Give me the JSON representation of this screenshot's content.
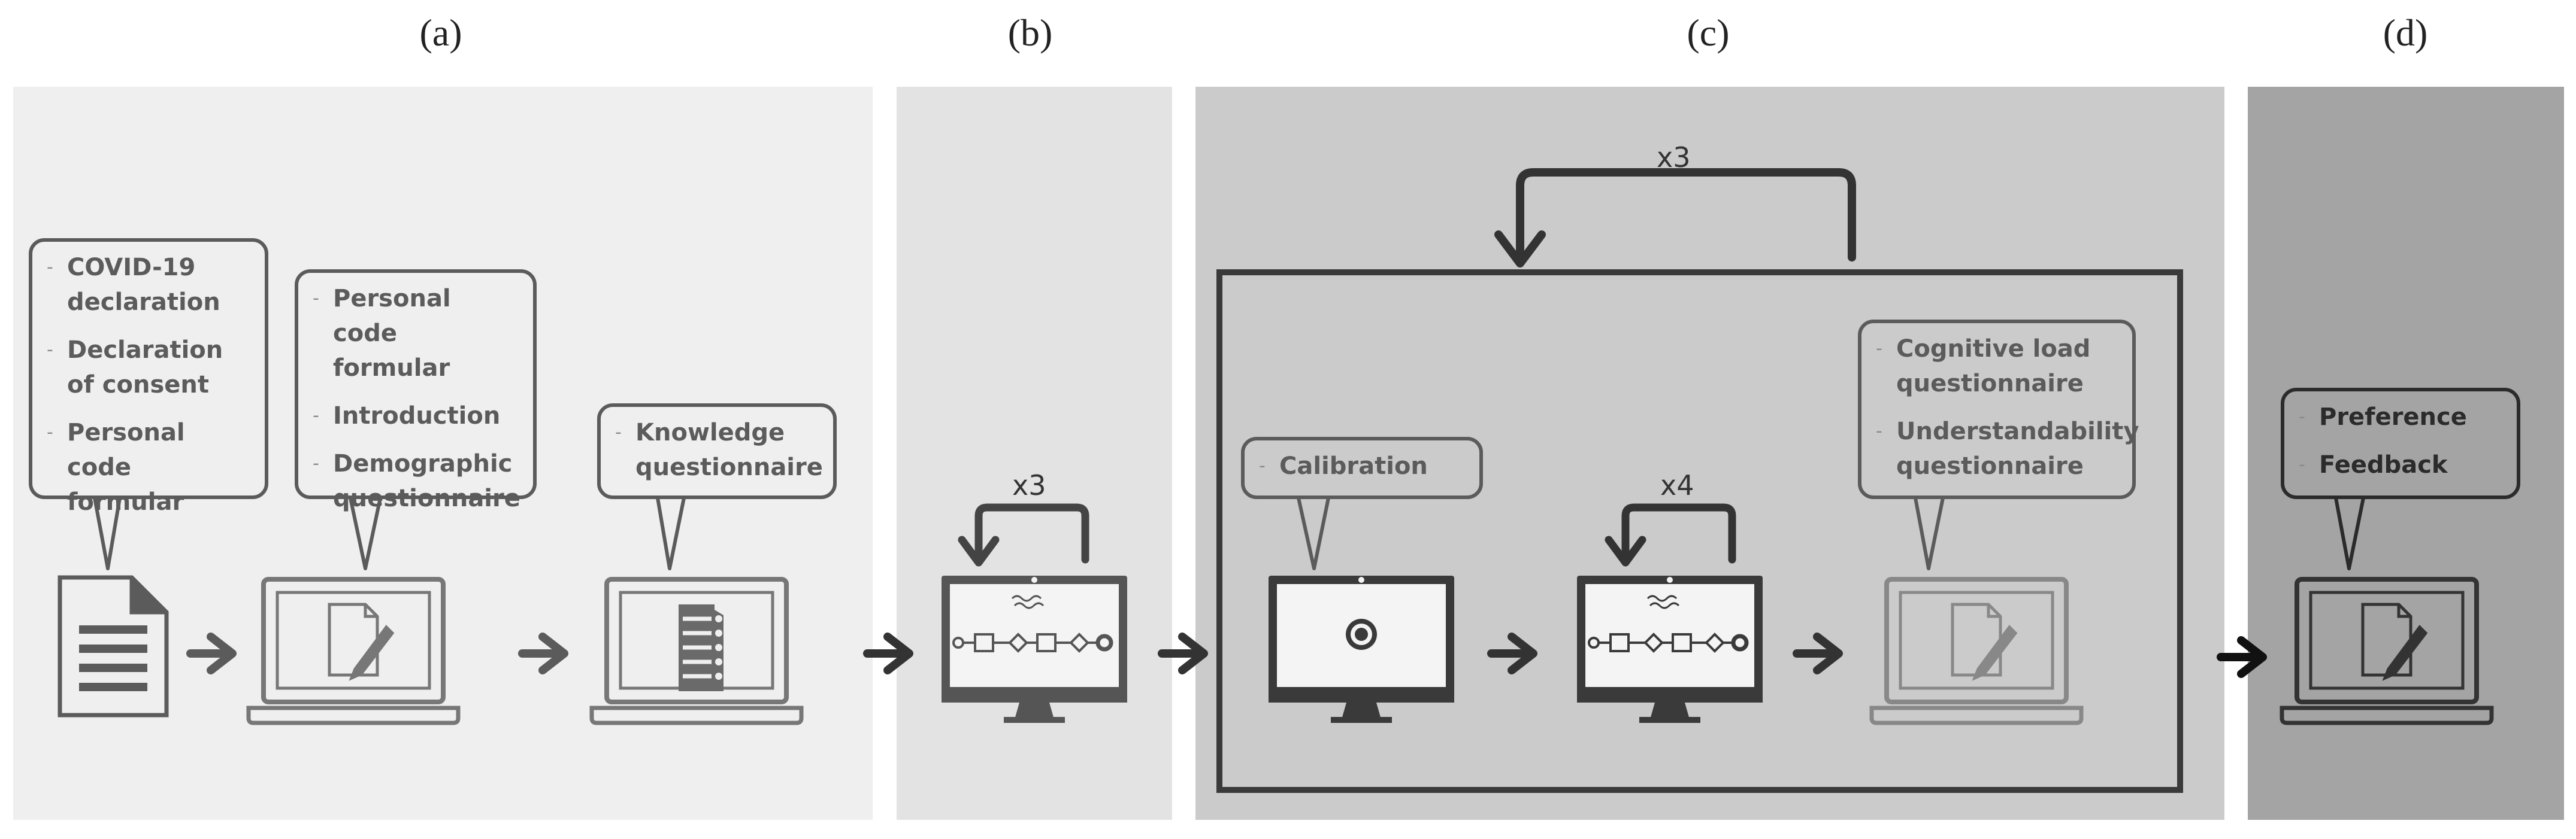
{
  "panels": [
    {
      "id": "a",
      "label": "(a)"
    },
    {
      "id": "b",
      "label": "(b)"
    },
    {
      "id": "c",
      "label": "(c)"
    },
    {
      "id": "d",
      "label": "(d)"
    }
  ],
  "bubbles": {
    "a1": [
      "COVID-19 declaration",
      "Declaration of consent",
      "Personal code formular"
    ],
    "a2": [
      "Personal code formular",
      "Introduction",
      "Demographic questionnaire"
    ],
    "a3": [
      "Knowledge questionnaire"
    ],
    "c1": [
      "Calibration"
    ],
    "c2": [
      "Cognitive load questionnaire",
      "Understandability questionnaire"
    ],
    "d1": [
      "Preference",
      "Feedback"
    ]
  },
  "loops": {
    "b": "x3",
    "c_outer": "x3",
    "c_inner": "x4"
  },
  "colors": {
    "panel_a": "#efefef",
    "panel_b": "#e3e3e3",
    "panel_c": "#cbcbcb",
    "panel_d": "#a4a4a4",
    "ink_dark": "#2b2b2b",
    "ink_gray": "#5b5b5b"
  },
  "icons": [
    "document-icon",
    "laptop-edit-icon",
    "laptop-checklist-icon",
    "monitor-process-model-icon",
    "monitor-target-icon"
  ]
}
